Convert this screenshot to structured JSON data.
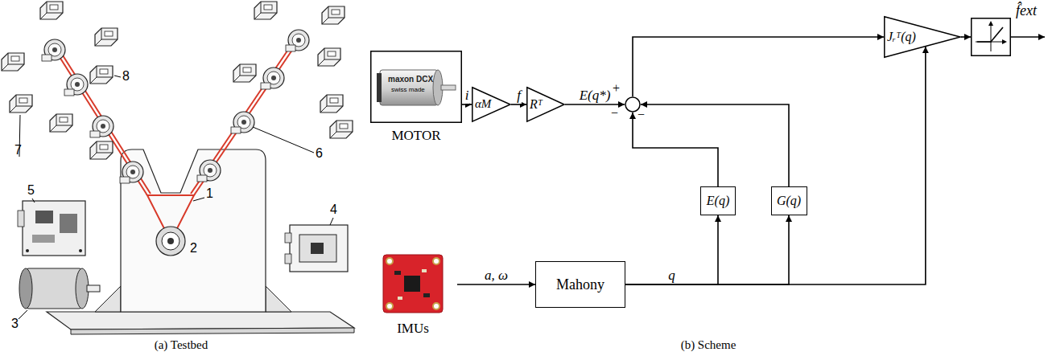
{
  "diagram": {
    "nodes": [
      {
        "text": [
          "MOTOR"
        ]
      },
      {
        "text": [
          "αM"
        ]
      },
      {
        "text": [
          "Rᵀ"
        ]
      },
      {
        "text": [
          "+",
          "−",
          "−"
        ]
      },
      {
        "text": [
          "Jᵣᵀ(q)"
        ]
      },
      {
        "text": [
          "f̂ext"
        ]
      },
      {
        "text": [
          "IMUs"
        ]
      },
      {
        "text": [
          "Mahony"
        ]
      },
      {
        "text": [
          "E(q)"
        ]
      },
      {
        "text": [
          "G(q)"
        ]
      }
    ],
    "edges": [
      {
        "from": 0,
        "to": 1,
        "arrow": "to",
        "label": "i"
      },
      {
        "from": 1,
        "to": 2,
        "arrow": "to",
        "label": "f"
      },
      {
        "from": 2,
        "to": 3,
        "arrow": "to",
        "label": "E(q*)"
      },
      {
        "from": 3,
        "to": 4,
        "arrow": "to"
      },
      {
        "from": 4,
        "to": 5,
        "arrow": "to"
      },
      {
        "from": 6,
        "to": 7,
        "arrow": "to",
        "label": "a, ω"
      },
      {
        "from": 7,
        "to": 8,
        "arrow": "to",
        "label": "q"
      },
      {
        "from": 7,
        "to": 9,
        "arrow": "to"
      },
      {
        "from": 7,
        "to": 4,
        "arrow": "to"
      },
      {
        "from": 8,
        "to": 3,
        "arrow": "to"
      },
      {
        "from": 9,
        "to": 3,
        "arrow": "to"
      }
    ],
    "labels": [
      "1",
      "2",
      "3",
      "4",
      "5",
      "6",
      "7",
      "8",
      "maxon DCX",
      "swiss made",
      "(a) Testbed",
      "(b) Scheme"
    ]
  }
}
